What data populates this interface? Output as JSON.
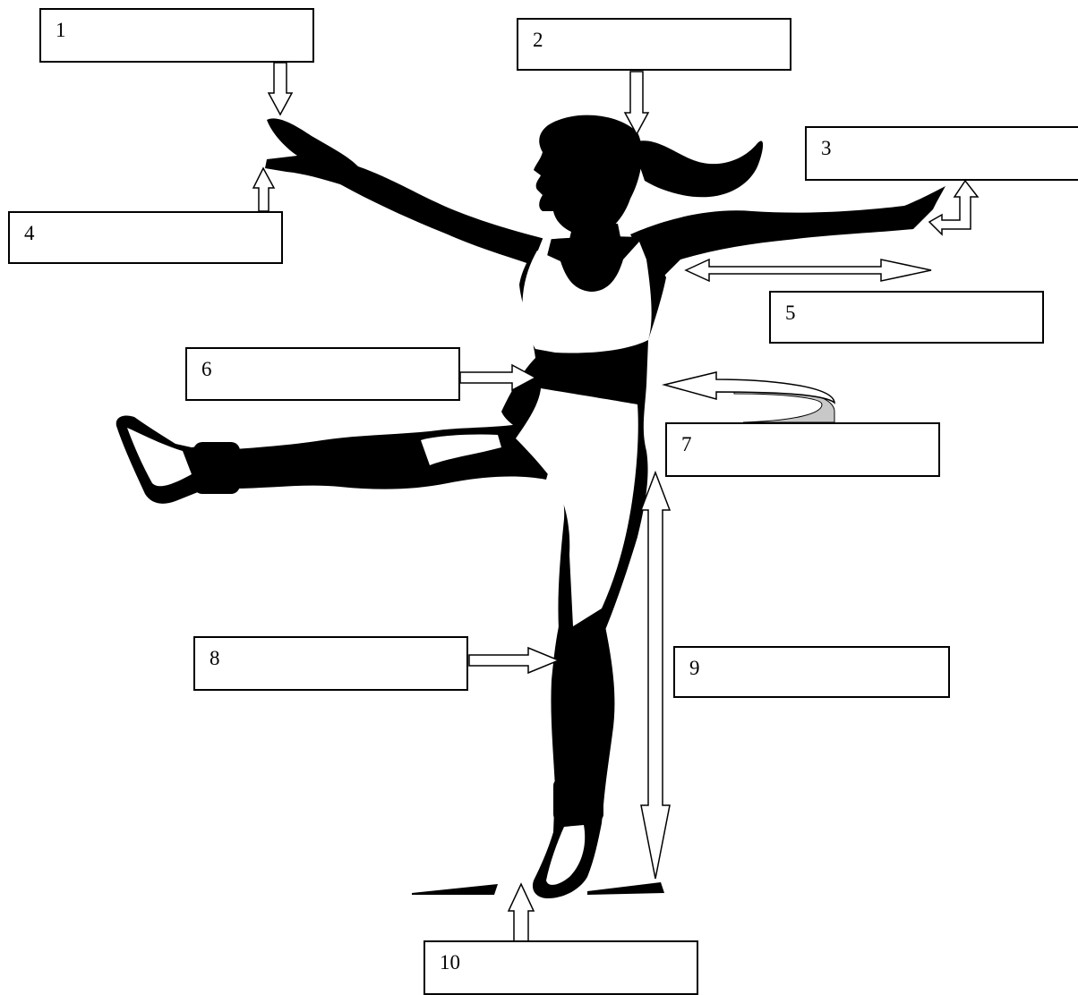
{
  "diagram": {
    "labels": [
      {
        "id": "1",
        "number": "1",
        "text": ""
      },
      {
        "id": "2",
        "number": "2",
        "text": ""
      },
      {
        "id": "3",
        "number": "3",
        "text": ""
      },
      {
        "id": "4",
        "number": "4",
        "text": ""
      },
      {
        "id": "5",
        "number": "5",
        "text": ""
      },
      {
        "id": "6",
        "number": "6",
        "text": ""
      },
      {
        "id": "7",
        "number": "7",
        "text": ""
      },
      {
        "id": "8",
        "number": "8",
        "text": ""
      },
      {
        "id": "9",
        "number": "9",
        "text": ""
      },
      {
        "id": "10",
        "number": "10",
        "text": ""
      }
    ],
    "colors": {
      "silhouette": "#000000",
      "outfit": "#ffffff",
      "arrow_outline": "#000000",
      "arrow_fill": "#ffffff",
      "rotation_arrow_shade": "#c8c8c8"
    }
  }
}
